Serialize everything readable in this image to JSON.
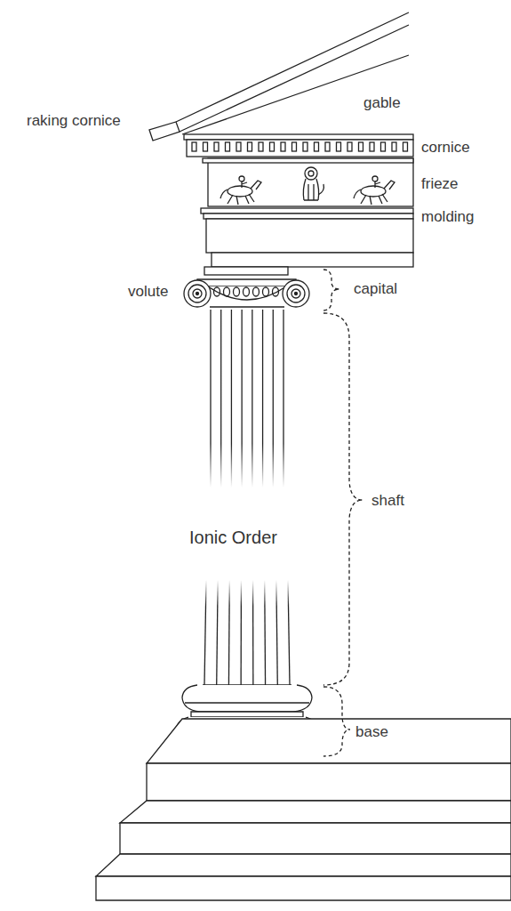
{
  "diagram": {
    "labels": [
      "raking cornice",
      "gable",
      "cornice",
      "frieze",
      "molding",
      "volute",
      "capital",
      "shaft",
      "Ionic Order",
      "base"
    ]
  }
}
